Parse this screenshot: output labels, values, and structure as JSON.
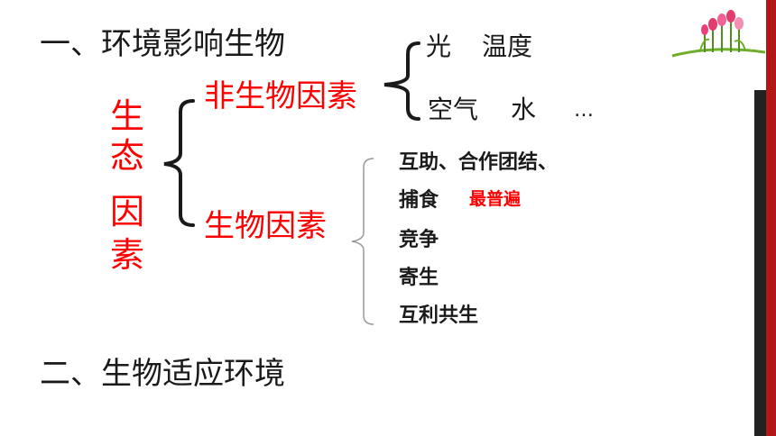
{
  "heading1": "一、环境影响生物",
  "heading2": "二、生物适应环境",
  "root_chars": [
    "生",
    "态",
    "因",
    "素"
  ],
  "abiotic": {
    "label": "非生物因素",
    "line1": [
      "光",
      "温度"
    ],
    "line2": [
      "空气",
      "水",
      "…"
    ]
  },
  "biotic": {
    "label": "生物因素",
    "items": [
      "互助、合作团结、",
      "捕食",
      "竞争",
      "寄生",
      "互利共生"
    ],
    "note": "最普遍"
  },
  "colors": {
    "accent": "#ff0000",
    "text": "#1a1a1a",
    "bar": "#b01818"
  }
}
